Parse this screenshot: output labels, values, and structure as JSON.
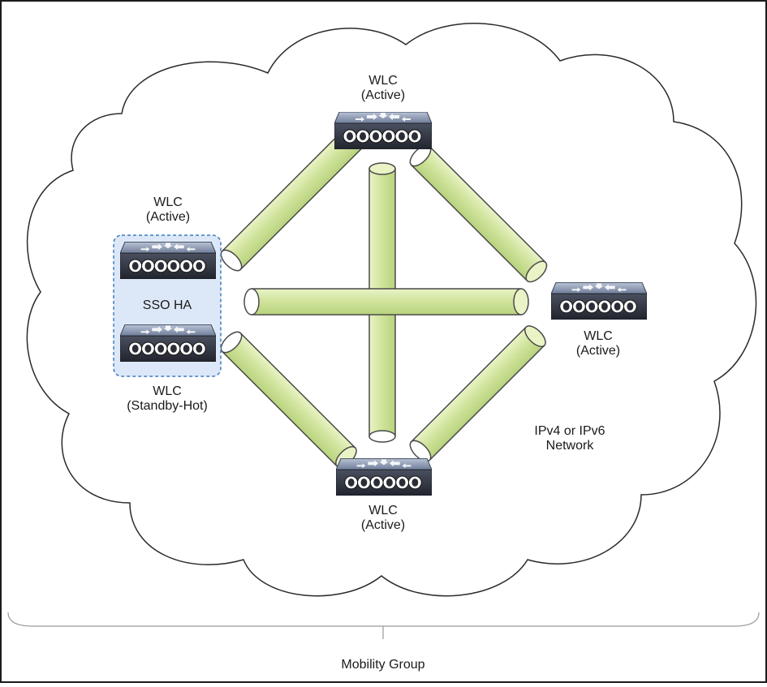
{
  "nodes": {
    "wlc_top": {
      "name": "WLC",
      "state": "(Active)"
    },
    "wlc_left": {
      "name": "WLC",
      "state": "(Active)"
    },
    "wlc_standby": {
      "name": "WLC",
      "state": "(Standby-Hot)"
    },
    "wlc_right": {
      "name": "WLC",
      "state": "(Active)"
    },
    "wlc_bottom": {
      "name": "WLC",
      "state": "(Active)"
    }
  },
  "ha_group_label": "SSO HA",
  "network_label": {
    "line1": "IPv4 or IPv6",
    "line2": "Network"
  },
  "group_label": "Mobility Group",
  "colors": {
    "tunnel_fill": "#d9eaa3",
    "tunnel_stroke": "#4a4a4a",
    "device_body": "#3c4150",
    "device_top": "#8c9bb6",
    "ha_box_fill": "#dbe7f7",
    "ha_box_stroke": "#4a82c4"
  },
  "icons": [
    "router-icon"
  ]
}
